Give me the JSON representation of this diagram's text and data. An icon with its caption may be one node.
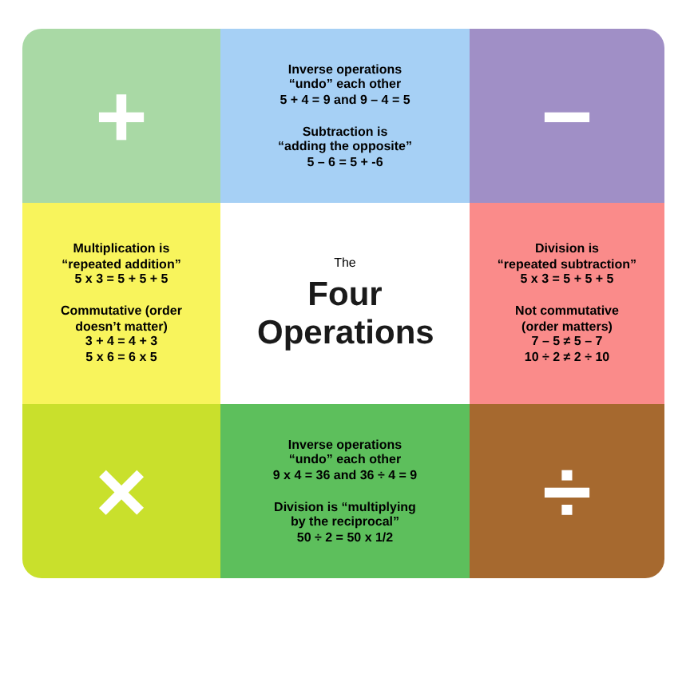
{
  "diagram": {
    "nodes": [
      {
        "text": [
          "+"
        ]
      },
      {
        "text": [
          "Inverse operations “undo” each other",
          "5 + 4 = 9 and 9 – 4 = 5",
          "Subtraction is “adding the opposite”",
          "5 – 6 = 5 + -6"
        ]
      },
      {
        "text": [
          "−"
        ]
      },
      {
        "text": [
          "Multiplication is “repeated addition”",
          "5 x 3 = 5 + 5 + 5",
          "Commutative (order doesn’t matter)",
          "3 + 4 = 4 + 3",
          "5 x 6 = 6 x 5"
        ]
      },
      {
        "text": [
          "The",
          "Four Operations"
        ]
      },
      {
        "text": [
          "Division is “repeated subtraction”",
          "5 x 3 = 5 + 5 + 5",
          "Not commutative (order matters)",
          "7 – 5 ≠ 5 – 7",
          "10 ÷ 2 ≠ 2 ÷ 10"
        ]
      },
      {
        "text": [
          "×"
        ]
      },
      {
        "text": [
          "Inverse operations “undo” each other",
          "9 x 4 = 36 and 36 ÷ 4 = 9",
          "Division is “multiplying by the reciprocal”",
          "50 ÷ 2 = 50 x 1/2"
        ]
      },
      {
        "text": [
          "÷"
        ]
      }
    ]
  }
}
